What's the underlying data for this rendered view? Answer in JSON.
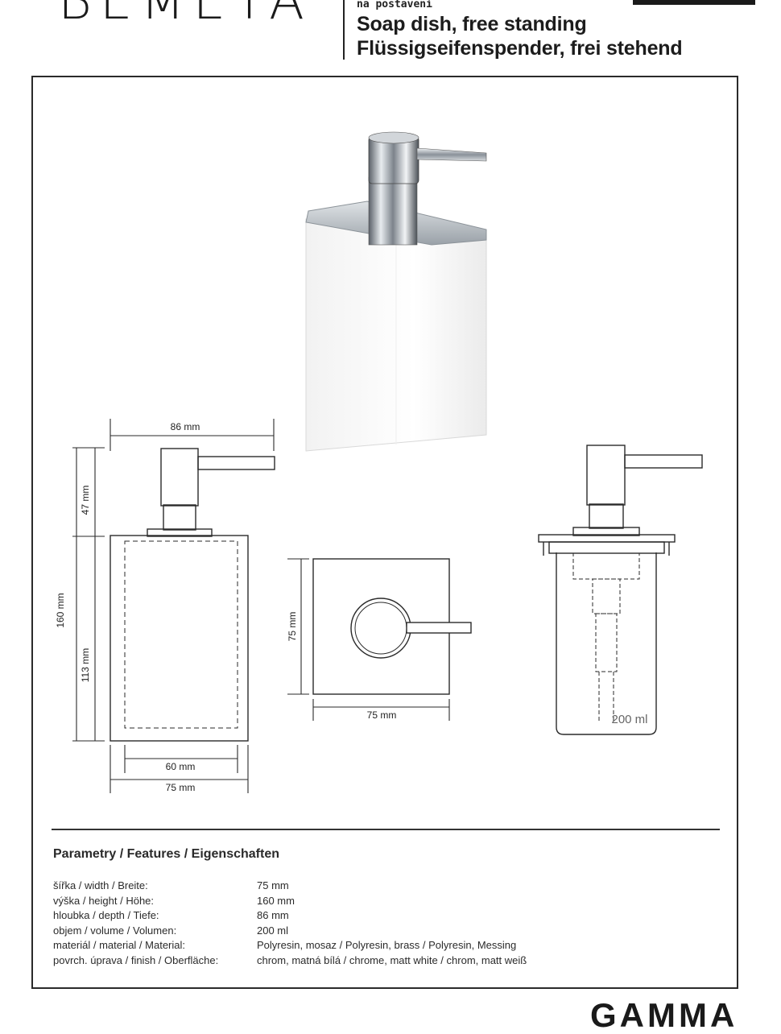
{
  "header": {
    "logo": "BEMETA",
    "title_small": "na postavení",
    "title_en": "Soap dish, free standing",
    "title_de": "Flüssigseifenspender, frei stehend"
  },
  "dimensions": {
    "width_top": "86 mm",
    "height_top": "47 mm",
    "height_total": "160 mm",
    "height_body": "113 mm",
    "inner_width": "60 mm",
    "outer_width": "75 mm",
    "plan_height": "75 mm",
    "plan_width": "75 mm",
    "volume": "200 ml"
  },
  "features": {
    "title": "Parametry / Features / Eigenschaften",
    "rows": [
      {
        "key": "šířka / width / Breite:",
        "value": "75 mm"
      },
      {
        "key": "výška / height / Höhe:",
        "value": "160 mm"
      },
      {
        "key": "hloubka / depth / Tiefe:",
        "value": "86 mm"
      },
      {
        "key": "objem / volume / Volumen:",
        "value": "200 ml"
      },
      {
        "key": "materiál / material / Material:",
        "value": "Polyresin, mosaz  / Polyresin,  brass  / Polyresin, Messing"
      },
      {
        "key": "povrch. úprava / finish / Oberfläche:",
        "value": "chrom, matná bílá / chrome, matt white / chrom, matt weiß"
      }
    ]
  },
  "footer": {
    "brand": "GAMMA"
  },
  "colors": {
    "line": "#2a2a2a",
    "chrome": "#9aa1a8",
    "body_white": "#fbfbfb"
  }
}
